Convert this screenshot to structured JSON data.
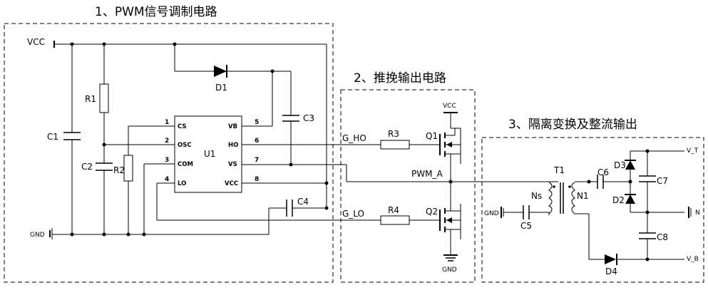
{
  "sections": {
    "s1_title": "1、PWM信号调制电路",
    "s2_title": "2、推挽输出电路",
    "s3_title": "3、隔离变换及整流输出"
  },
  "nets": {
    "vcc_left": "VCC",
    "gnd_left": "GND",
    "vcc_q": "VCC",
    "gnd_q": "GND",
    "g_ho": "G_HO",
    "g_lo": "G_LO",
    "pwm_a": "PWM_A",
    "gnd_s3": "GND",
    "v_t": "V_T",
    "v_n": "N",
    "v_b": "V_B"
  },
  "components": {
    "c1": "C1",
    "c2": "C2",
    "c3": "C3",
    "c4": "C4",
    "c5": "C5",
    "c6": "C6",
    "c7": "C7",
    "c8": "C8",
    "r1": "R1",
    "r2": "R2",
    "r3": "R3",
    "r4": "R4",
    "d1": "D1",
    "d2": "D2",
    "d3": "D3",
    "d4": "D4",
    "u1": "U1",
    "q1": "Q1",
    "q2": "Q2",
    "t1": "T1",
    "ns": "Ns",
    "n1": "N1"
  },
  "u1_pins": {
    "p1_num": "1",
    "p1_name": "CS",
    "p2_num": "2",
    "p2_name": "OSC",
    "p3_num": "3",
    "p3_name": "COM",
    "p4_num": "4",
    "p4_name": "LO",
    "p5_num": "5",
    "p5_name": "VB",
    "p6_num": "6",
    "p6_name": "HO",
    "p7_num": "7",
    "p7_name": "VS",
    "p8_num": "8",
    "p8_name": "VCC"
  }
}
